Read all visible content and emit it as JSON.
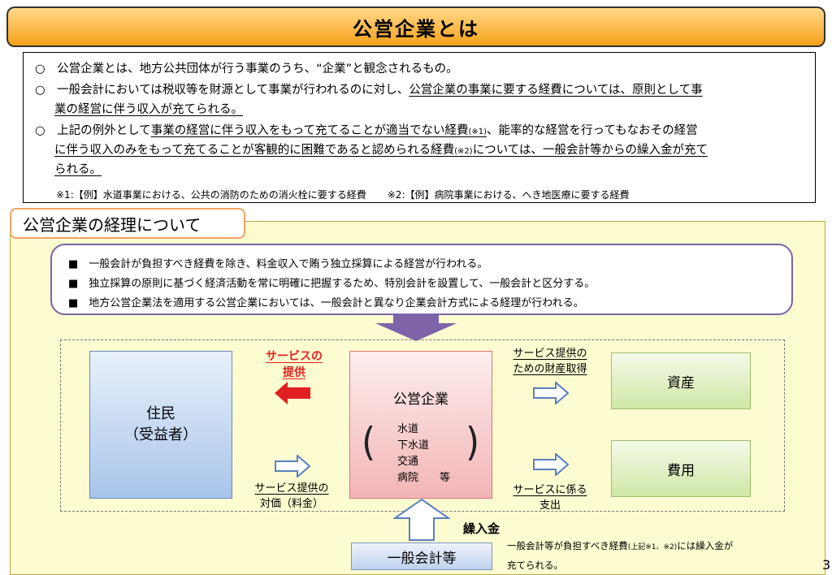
{
  "title": "公営企業とは",
  "intro": {
    "line1": "○　公営企業とは、地方公共団体が行う事業のうち、“企業”と観念されるもの。",
    "line2_a": "○　一般会計においては税収等を財源として事業が行われるのに対し、",
    "line2_b": "公営企業の事業に要する経費については、原則として事",
    "line2_c": "業の経営に伴う収入が充てられる。",
    "line3_a": "○　上記の例外として",
    "line3_b": "事業の経営に伴う収入をもって充てることが適当でない経費",
    "line3_c": "(※1)",
    "line3_d": "、能率的な経営を行ってもなおその経営",
    "line4_a": "に伴う収入のみをもって充てることが客観的に困難であると認められる経費",
    "line4_b": "(※2)",
    "line4_c": "については、一般会計等からの繰入金が充て",
    "line5": "られる。",
    "note1": "※1:【例】水道事業における、公共の消防のための消火栓に要する経費",
    "note2": "※2:【例】病院事業における、へき地医療に要する経費"
  },
  "accounting": {
    "tab_title": "公営企業の経理について",
    "bullets": [
      "■　一般会計が負担すべき経費を除き、料金収入で賄う独立採算による経営が行われる。",
      "■　独立採算の原則に基づく経済活動を常に明確に把握するため、特別会計を設置して、一般会計と区分する。",
      "■　地方公営企業法を適用する公営企業においては、一般会計と異なり企業会計方式による経理が行われる。"
    ]
  },
  "diagram": {
    "residents_line1": "住民",
    "residents_line2": "（受益者）",
    "service_provision_line1": "サービスの",
    "service_provision_line2": "提供",
    "payment_line1": "サービス提供の",
    "payment_line2": "対価（料金）",
    "pe_title": "公営企業",
    "pe_items": [
      "水道",
      "下水道",
      "交通",
      "病院　　等"
    ],
    "asset_acq_line1": "サービス提供の",
    "asset_acq_line2": "ための財産取得",
    "expense_lbl_line1": "サービスに係る",
    "expense_lbl_line2": "支出",
    "assets": "資産",
    "expenses": "費用",
    "general_account": "一般会計等",
    "transfer": "繰入金",
    "gen_note_a": "一般会計等が負担すべき経費",
    "gen_note_small": "(上記※1、※2)",
    "gen_note_b": "には繰入金が",
    "gen_note_line2": "充てられる。"
  },
  "page_number": "3",
  "colors": {
    "title_bg": "#f6a21a",
    "panel_bg": "#fdfbd0",
    "purple": "#7e63a8",
    "red_arrow": "#e02020",
    "blue_arrow": "#5b7fc0"
  }
}
